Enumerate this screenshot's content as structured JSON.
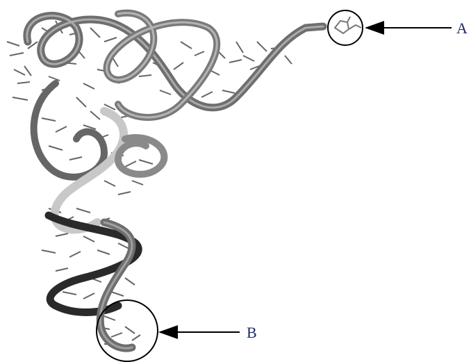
{
  "figure": {
    "structure_description": "",
    "labels": [
      {
        "id": "A",
        "text": "A"
      },
      {
        "id": "B",
        "text": "B"
      }
    ],
    "colors": {
      "label_text": "#1a2a6c",
      "arrow": "#000000",
      "circle": "#000000",
      "backbone_dark": "#2a2a2a",
      "backbone_mid": "#6e6e6e",
      "backbone_light": "#c8c8c8",
      "bases": "#555555"
    }
  }
}
